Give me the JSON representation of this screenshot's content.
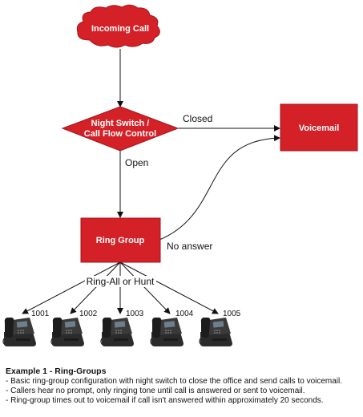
{
  "nodes": {
    "incoming_call": "Incoming Call",
    "night_switch_line1": "Night Switch /",
    "night_switch_line2": "Call Flow Control",
    "voicemail": "Voicemail",
    "ring_group": "Ring Group"
  },
  "edges": {
    "closed": "Closed",
    "open": "Open",
    "no_answer": "No answer",
    "ring_mode": "Ring-All or Hunt"
  },
  "extensions": [
    "1001",
    "1002",
    "1003",
    "1004",
    "1005"
  ],
  "caption": {
    "title": "Example 1 - Ring-Groups",
    "lines": [
      "- Basic ring-group configuration with night switch to close the office and send calls to voicemail.",
      "- Callers hear no prompt, only ringing tone until call is answered or sent to voicemail.",
      "- Ring-group times out to voicemail if call isn't answered within approximately 20 seconds."
    ]
  },
  "colors": {
    "node_fill": "#d42027",
    "node_stroke": "#a3151b",
    "line": "#111111"
  }
}
